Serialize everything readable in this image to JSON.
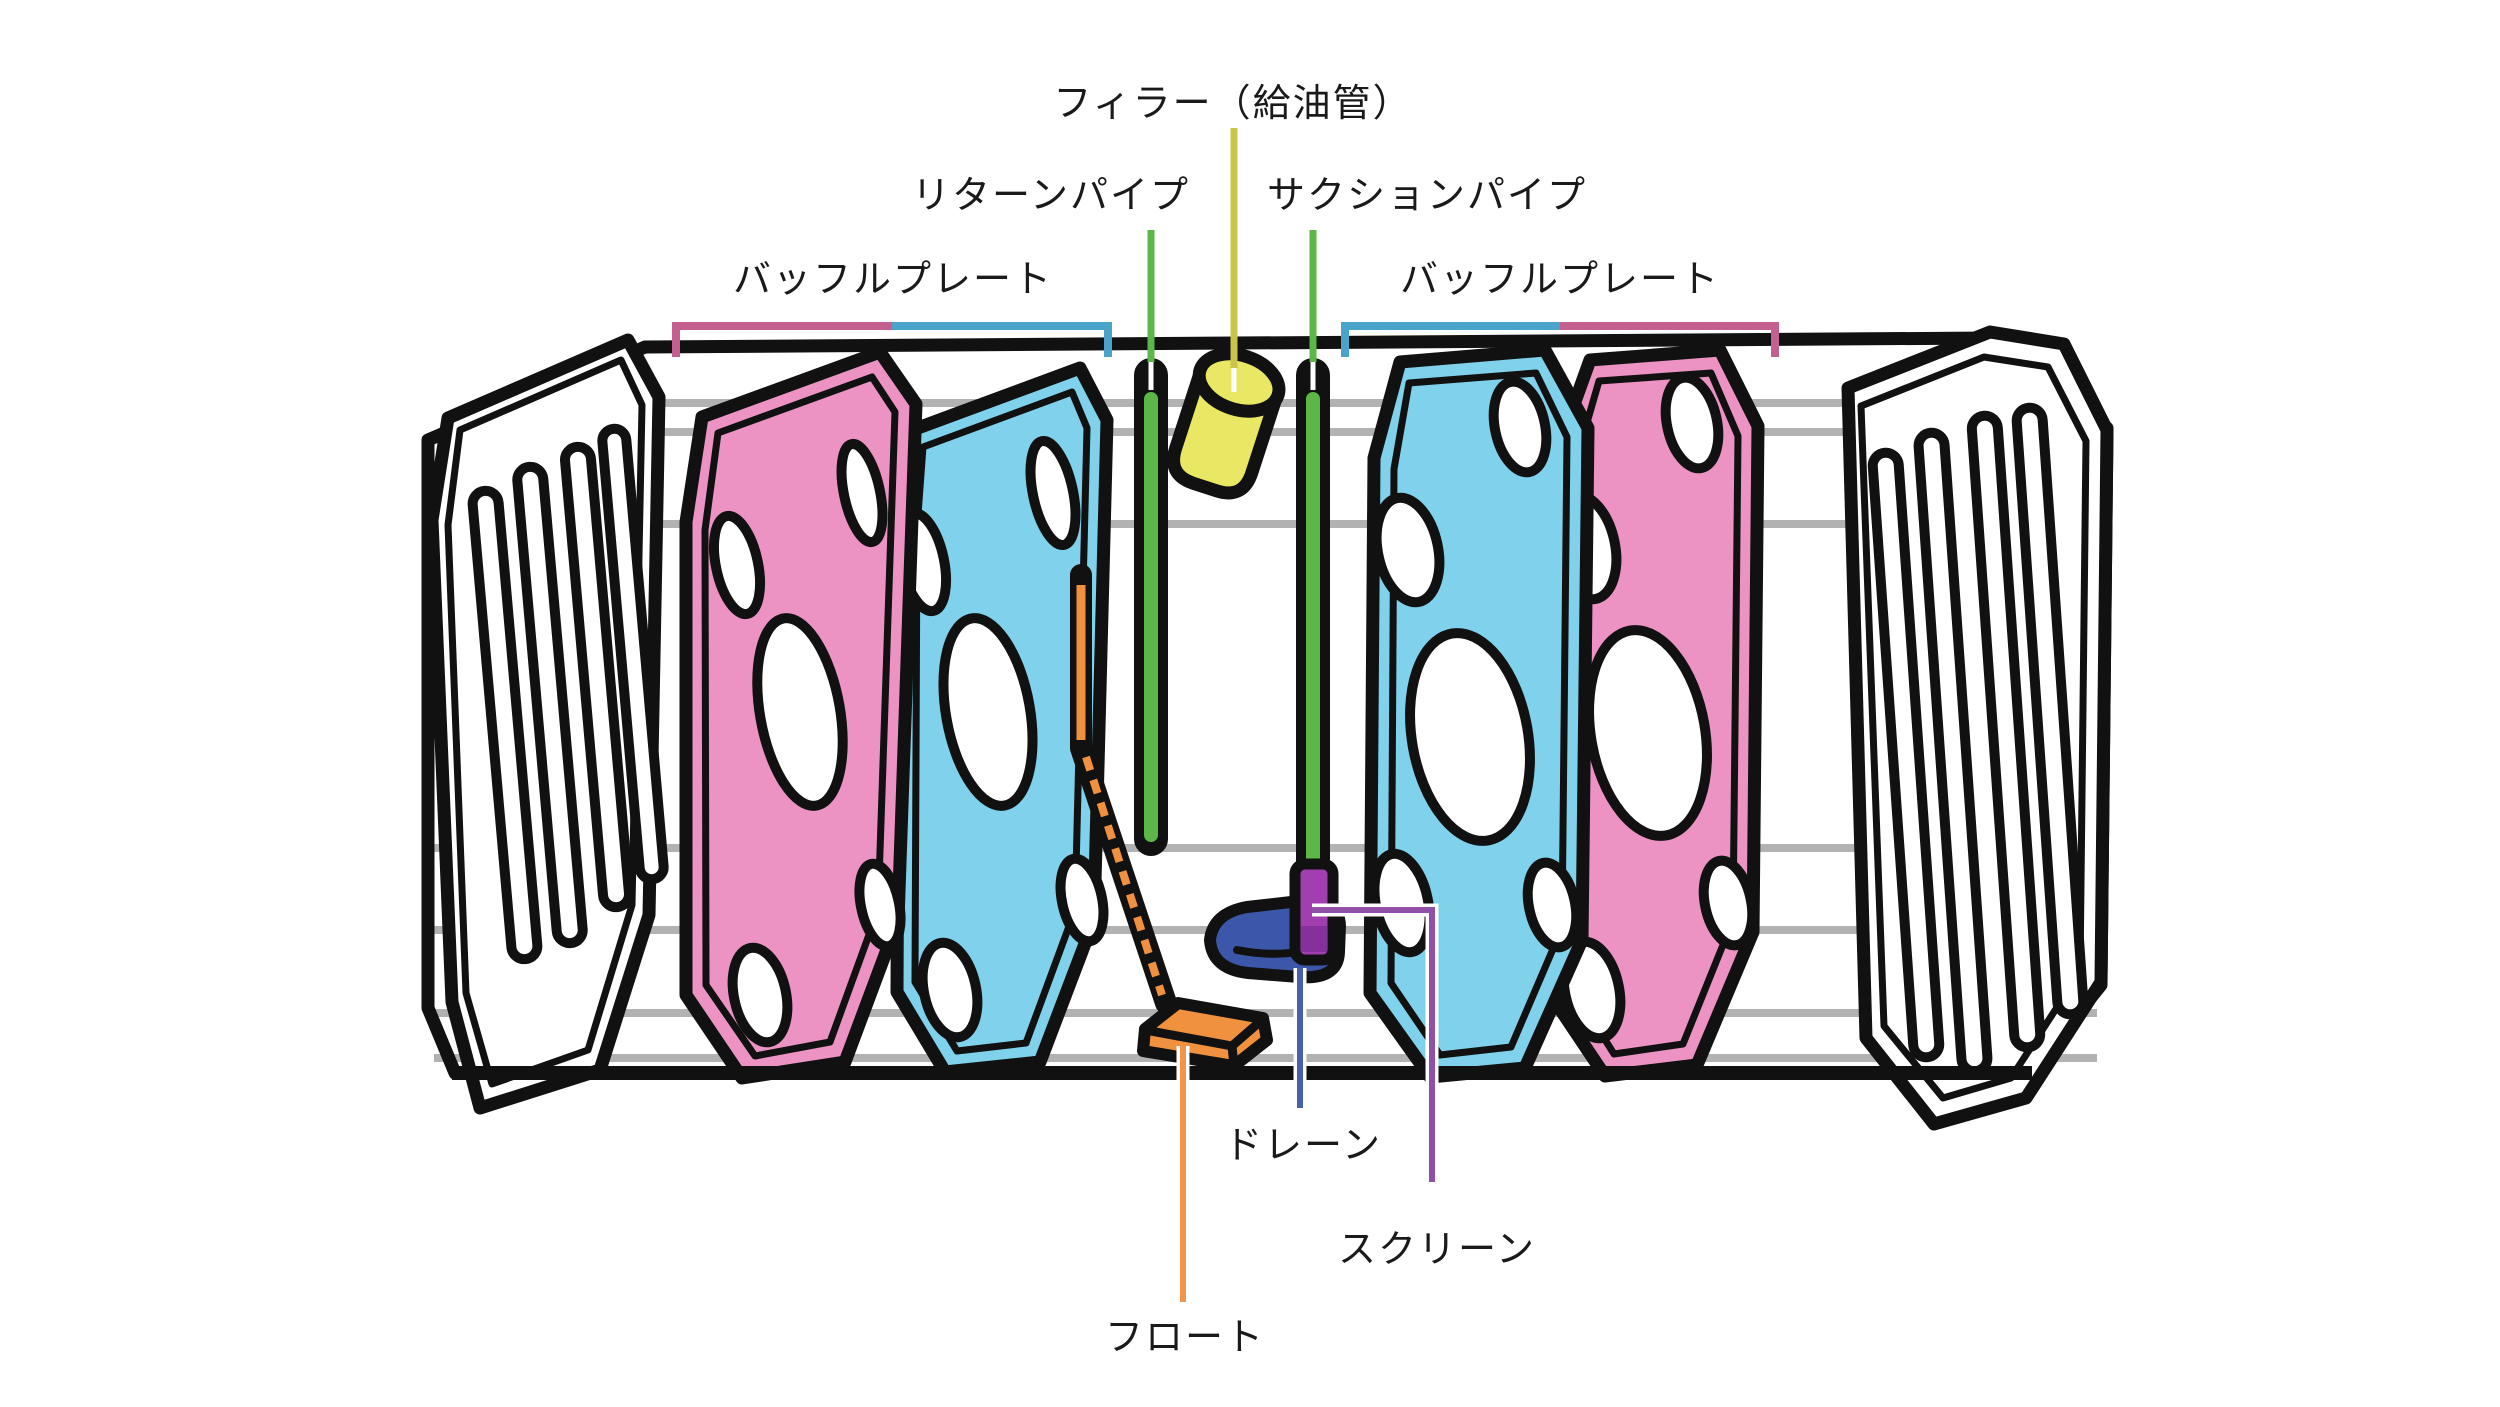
{
  "figure": {
    "kind": "fuel-tank-cutaway-diagram",
    "labels": {
      "filler": "フィラー（給油管）",
      "return_pipe": "リターンパイプ",
      "suction_pipe": "サクションパイプ",
      "baffle_plate_left": "バッフルプレート",
      "baffle_plate_right": "バッフルプレート",
      "drain": "ドレーン",
      "screen": "スクリーン",
      "float": "フロート"
    },
    "colors": {
      "outline": "#111111",
      "background": "#ffffff",
      "stringer_gray": "#b2b2b2",
      "plate_pink": "#ec93c4",
      "plate_blue": "#7fd1ec",
      "pipe_green": "#5cb648",
      "filler_yellow": "#e9e763",
      "filler_leader": "#c9c54a",
      "float_orange": "#f0913f",
      "float_leader": "#f0954e",
      "drain_blue": "#3c57a9",
      "drain_leader": "#4a5fad",
      "screen_purple": "#a23fb0",
      "screen_purple_dark": "#86309b",
      "screen_leader": "#9150a8",
      "bracket_pink": "#c4608f",
      "bracket_blue": "#4aa3c8",
      "text": "#1a1a1a"
    }
  }
}
